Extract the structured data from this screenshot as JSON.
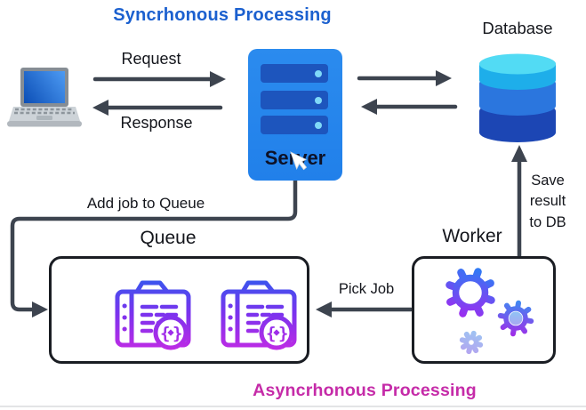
{
  "titles": {
    "synchronous": "Syncrhonous Processing",
    "asynchronous": "Asyncrhonous Processing"
  },
  "nodes": {
    "client": {
      "icon": "laptop-icon"
    },
    "server": {
      "label": "Server",
      "icon": "server-icon",
      "slot_count": 3
    },
    "database": {
      "label": "Database",
      "icon": "database-icon"
    },
    "queue": {
      "label": "Queue",
      "icon": "folder-code-icon",
      "job_icon_count": 2
    },
    "worker": {
      "label": "Worker",
      "icon": "gears-icon"
    }
  },
  "edges": {
    "request": "Request",
    "response": "Response",
    "add_job": "Add job to Queue",
    "pick_job": "Pick Job",
    "save_result": "Save\nresult\nto DB"
  },
  "cursor": "mouse-pointer over Server label",
  "colors": {
    "sync_title": "#1B60CF",
    "async_title": "#C52BA8",
    "arrow": "#3D444F",
    "box_border": "#1A1D23",
    "server_body": "#2B8BEE",
    "server_slot": "#1D55BD",
    "server_dot": "#7FD9F8",
    "db_top_ellipse": "#52DBF4",
    "db_band_top": "#1EAEEA",
    "db_band_mid": "#2B76DE",
    "db_band_bottom": "#1C46B4",
    "icon_gradient_blue": "#2E5BEE",
    "icon_gradient_purple": "#C32AE4"
  }
}
